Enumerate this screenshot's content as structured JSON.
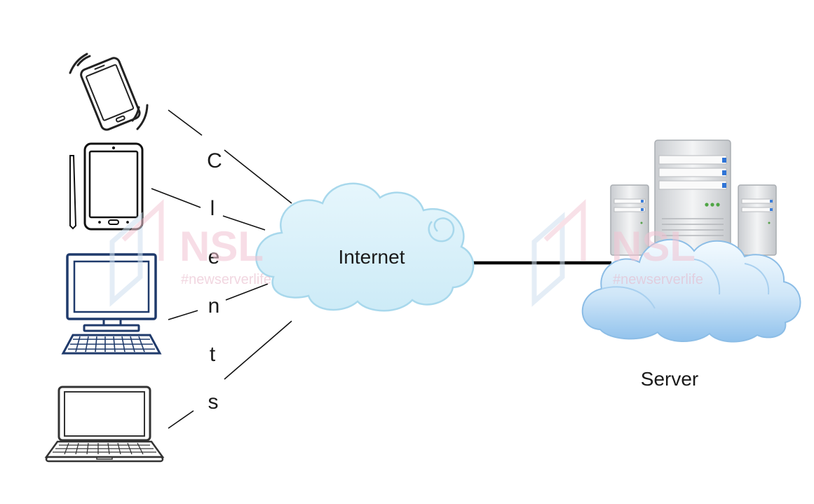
{
  "diagram": {
    "clients_label_letters": [
      "C",
      "l",
      "e",
      "n",
      "t",
      "s"
    ],
    "internet_label": "Internet",
    "server_label": "Server",
    "devices": [
      {
        "name": "smartphone",
        "icon": "smartphone-icon"
      },
      {
        "name": "tablet",
        "icon": "tablet-icon"
      },
      {
        "name": "desktop",
        "icon": "desktop-computer-icon"
      },
      {
        "name": "laptop",
        "icon": "laptop-icon"
      }
    ]
  },
  "watermark": {
    "logo_text": "NSL",
    "tagline": "#newserverlife"
  },
  "colors": {
    "line": "#111111",
    "cloud_fill": "#d8eff9",
    "cloud_stroke": "#9fd3ea",
    "device_dark_blue": "#1f3a6b",
    "server_cloud_top": "#e9f5fd",
    "server_cloud_bottom": "#9cc8ef",
    "watermark_pink": "#f4c9d6",
    "watermark_blue": "#cfe0ef"
  }
}
